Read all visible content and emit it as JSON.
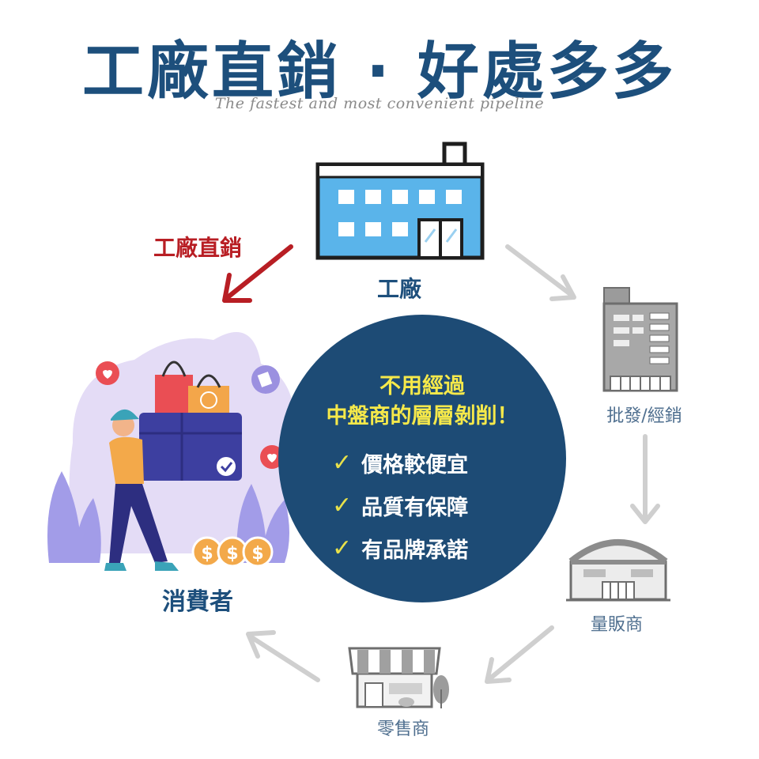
{
  "title": "工廠直銷 · 好處多多",
  "subtitle": "The fastest and most convenient pipeline",
  "direct_label": "工廠直銷",
  "nodes": {
    "factory": "工廠",
    "wholesale": "批發/經銷",
    "mass_retailer": "量販商",
    "retailer": "零售商",
    "consumer": "消費者"
  },
  "center": {
    "headline_1": "不用經過",
    "headline_2": "中盤商的層層剝削！",
    "benefits": [
      "價格較便宜",
      "品質有保障",
      "有品牌承諾"
    ],
    "check_icon": "✓"
  },
  "colors": {
    "navy": "#1d4f7c",
    "circle": "#1d4b75",
    "direct_red": "#b81e24",
    "highlight_yellow": "#f6e94a",
    "factory_blue": "#5ab4ea",
    "arrow_grey": "#cfcfcf"
  }
}
